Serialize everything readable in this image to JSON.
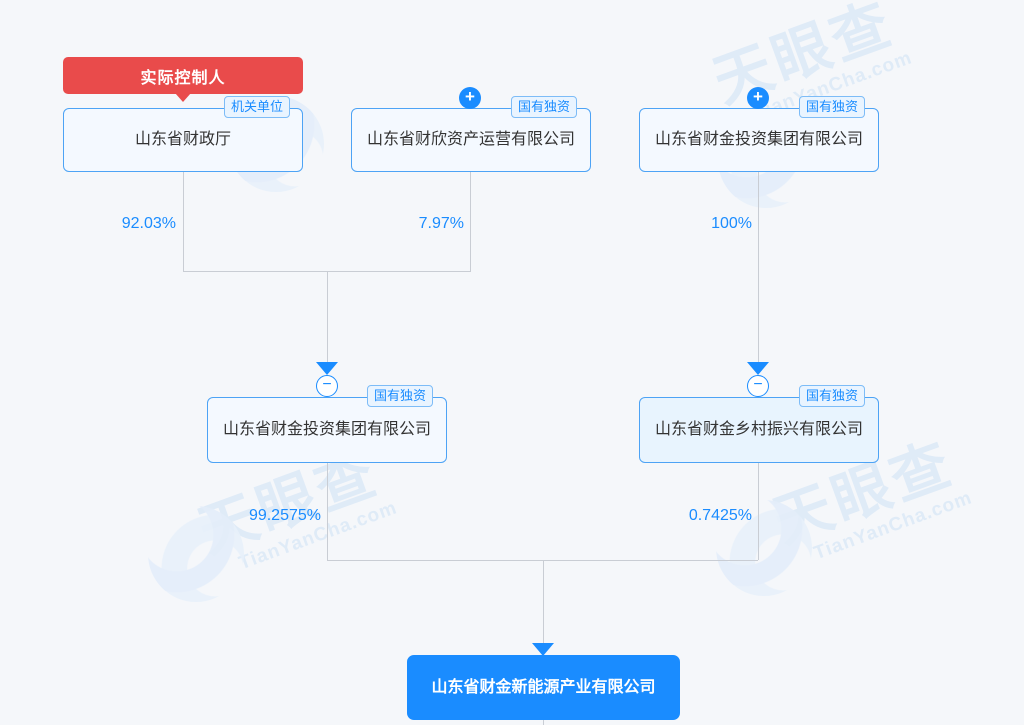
{
  "watermark": {
    "cn": "天眼查",
    "en": "TianYanCha.com"
  },
  "badges": {
    "actual_controller": "实际控制人"
  },
  "tags": {
    "agency": "机关单位",
    "state_owned": "国有独资"
  },
  "icons": {
    "expand": "+",
    "collapse": "−"
  },
  "colors": {
    "accent": "#1a8cff",
    "alert": "#e94b4b",
    "line": "#c9cdd4",
    "node_fill": "#f4f9ff",
    "background": "#f5f7fa"
  },
  "nodes": {
    "finance_dept": {
      "name": "山东省财政厅",
      "tag": "机关单位"
    },
    "caixin_asset": {
      "name": "山东省财欣资产运营有限公司",
      "tag": "国有独资"
    },
    "caijin_group_top": {
      "name": "山东省财金投资集团有限公司",
      "tag": "国有独资"
    },
    "caijin_group_mid": {
      "name": "山东省财金投资集团有限公司",
      "tag": "国有独资"
    },
    "rural_revital": {
      "name": "山东省财金乡村振兴有限公司",
      "tag": "国有独资"
    },
    "target": {
      "name": "山东省财金新能源产业有限公司"
    }
  },
  "edges": {
    "finance_dept_to_caijin": "92.03%",
    "caixin_to_caijin": "7.97%",
    "caijin_top_to_rural": "100%",
    "caijin_mid_to_target": "99.2575%",
    "rural_to_target": "0.7425%"
  }
}
